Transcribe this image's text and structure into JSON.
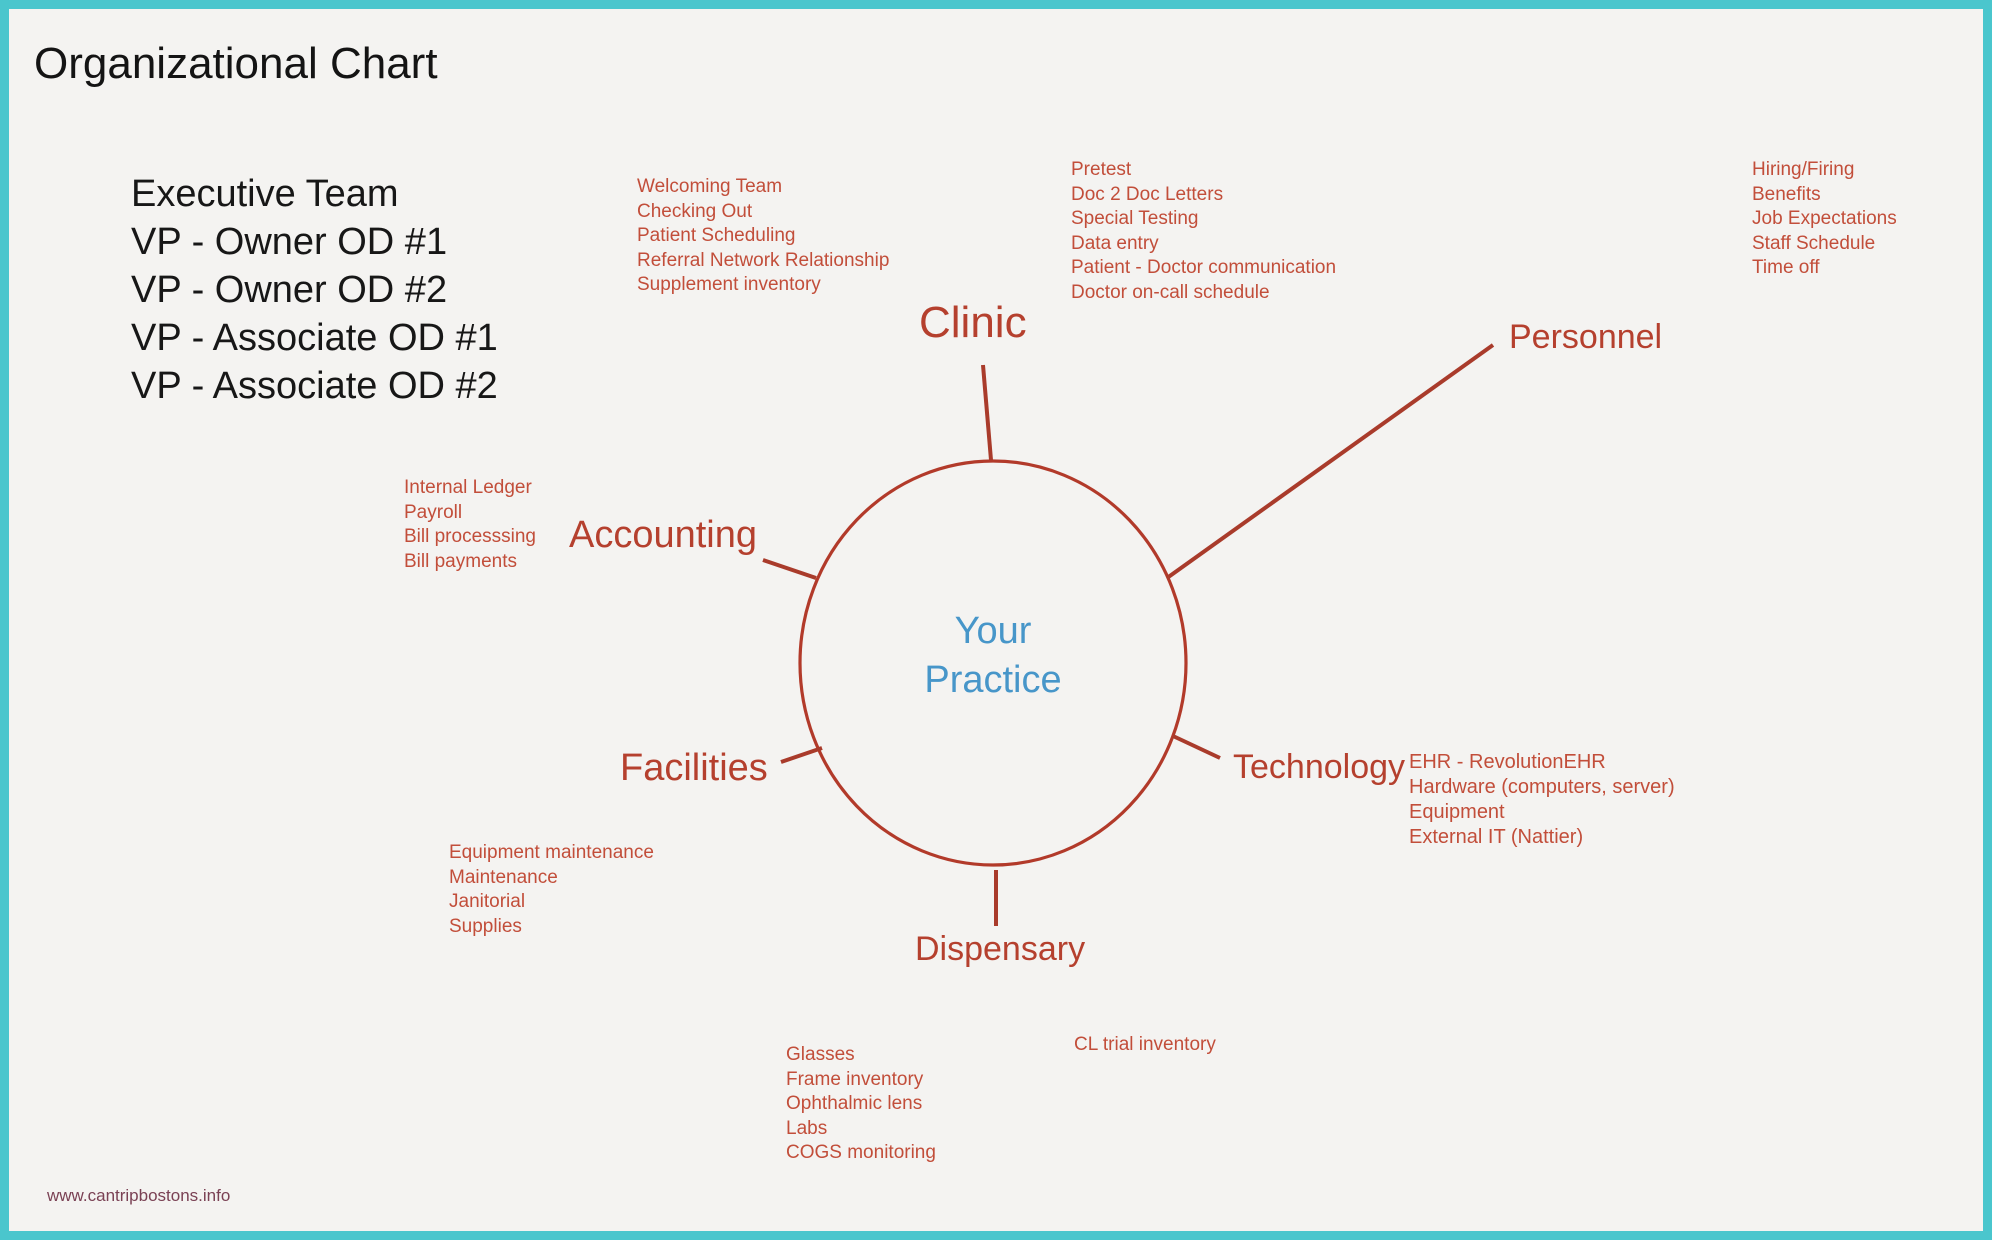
{
  "page": {
    "title": "Organizational Chart",
    "watermark": "www.cantripbostons.info"
  },
  "colors": {
    "frame_teal": "#4ac6cd",
    "background": "#f4f3f1",
    "title_black": "#141414",
    "branch_red": "#b5402e",
    "line_red": "#a93b2b",
    "note_red": "#c24e3a",
    "center_blue": "#4796c9",
    "watermark_plum": "#7a4154"
  },
  "executive": {
    "lines": [
      "Executive Team",
      "VP - Owner OD #1",
      "VP - Owner OD #2",
      "VP - Associate OD #1",
      "VP - Associate OD #2"
    ]
  },
  "center": {
    "lines": [
      "Your",
      "Practice"
    ]
  },
  "branches": [
    {
      "id": "clinic",
      "label": "Clinic",
      "note_groups": [
        [
          "Welcoming Team",
          "Checking Out",
          "Patient Scheduling",
          "Referral Network Relationship",
          "Supplement inventory"
        ],
        [
          "Pretest",
          "Doc 2 Doc Letters",
          "Special Testing",
          "Data entry",
          "Patient - Doctor communication",
          "Doctor on-call schedule"
        ]
      ]
    },
    {
      "id": "personnel",
      "label": "Personnel",
      "note_groups": [
        [
          "Hiring/Firing",
          "Benefits",
          "Job Expectations",
          "Staff Schedule",
          "Time off"
        ]
      ]
    },
    {
      "id": "accounting",
      "label": "Accounting",
      "note_groups": [
        [
          "Internal Ledger",
          "Payroll",
          "Bill processsing",
          "Bill payments"
        ]
      ]
    },
    {
      "id": "technology",
      "label": "Technology",
      "note_groups": [
        [
          "EHR - RevolutionEHR",
          "Hardware (computers, server)",
          "Equipment",
          "External IT (Nattier)"
        ]
      ]
    },
    {
      "id": "facilities",
      "label": "Facilities",
      "note_groups": [
        [
          "Equipment maintenance",
          "Maintenance",
          "Janitorial",
          "Supplies"
        ]
      ]
    },
    {
      "id": "dispensary",
      "label": "Dispensary",
      "note_groups": [
        [
          "Glasses",
          "Frame inventory",
          "Ophthalmic lens",
          "Labs",
          "COGS monitoring"
        ],
        [
          "CL trial inventory"
        ]
      ]
    }
  ]
}
